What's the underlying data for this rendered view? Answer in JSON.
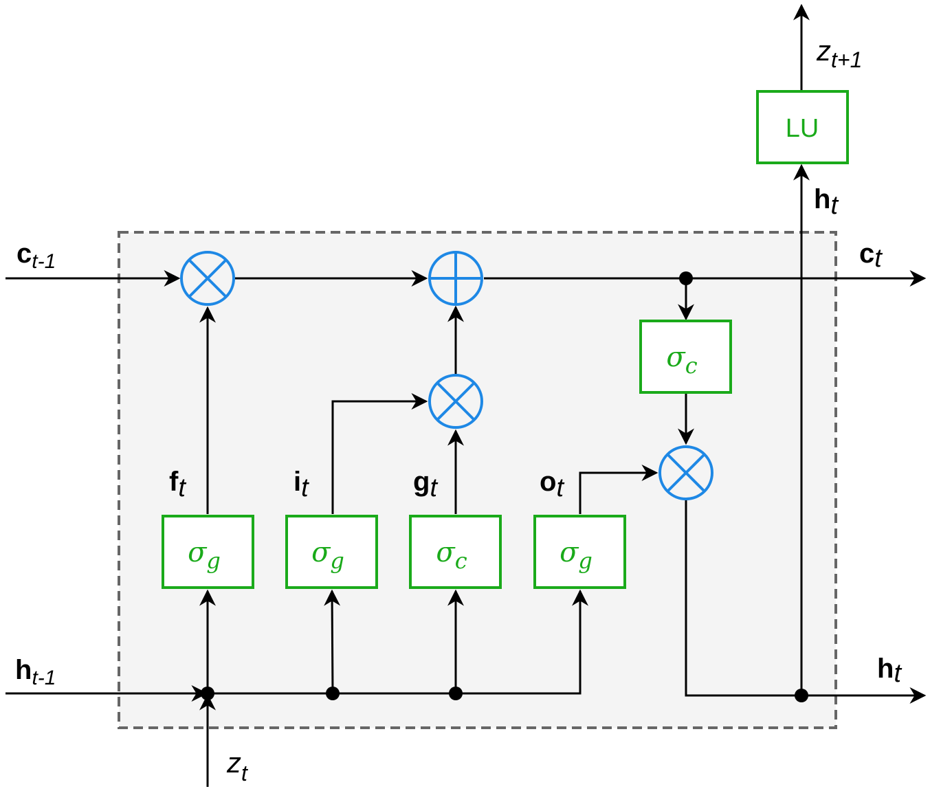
{
  "inputs": {
    "c_prev": {
      "base": "c",
      "sub": "t-1"
    },
    "h_prev": {
      "base": "h",
      "sub": "t-1"
    },
    "z_in": {
      "base": "z",
      "sub": "t"
    }
  },
  "outputs": {
    "c_out": {
      "base": "c",
      "sub": "t"
    },
    "h_out": {
      "base": "h",
      "sub": "t"
    },
    "h_up": {
      "base": "h",
      "sub": "t"
    },
    "z_out": {
      "base": "z",
      "sub": "t+1"
    }
  },
  "gates": {
    "forget": {
      "base": "f",
      "sub": "t",
      "act": "σ",
      "act_sub": "g"
    },
    "input": {
      "base": "i",
      "sub": "t",
      "act": "σ",
      "act_sub": "g"
    },
    "candidate": {
      "base": "g",
      "sub": "t",
      "act": "σ",
      "act_sub": "c"
    },
    "output": {
      "base": "o",
      "sub": "t",
      "act": "σ",
      "act_sub": "g"
    }
  },
  "cell_activation": {
    "act": "σ",
    "act_sub": "c"
  },
  "lu_block": {
    "label": "LU"
  },
  "colors": {
    "block_border": "#1aaa1a",
    "operator": "#1e88e5",
    "cell_fill": "#f4f4f4",
    "cell_border": "#666666",
    "line": "#000000"
  }
}
